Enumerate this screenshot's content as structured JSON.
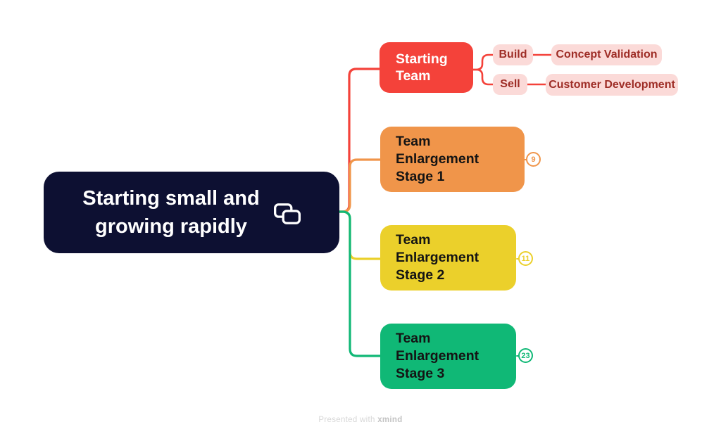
{
  "colors": {
    "canvas_bg": "#ffffff",
    "navy": "#0d1032",
    "red": "#f4423a",
    "pink": "#fbdad8",
    "dark_red": "#9e2d26",
    "orange": "#f0954a",
    "yellow": "#ebd02b",
    "green": "#10b876",
    "node_text_dark": "#141414",
    "node_text_light": "#ffffff",
    "footer_text": "#d7d7d7",
    "footer_brand": "#c3c3c3"
  },
  "central_topic": {
    "lines": [
      "Starting small and",
      "growing rapidly"
    ],
    "icon": "link-icon"
  },
  "branches": [
    {
      "label_lines": [
        "Starting",
        "Team"
      ],
      "color": "#f4423a",
      "children": [
        {
          "label": "Build",
          "child": {
            "label": "Concept Validation"
          }
        },
        {
          "label": "Sell",
          "child": {
            "label": "Customer Development"
          }
        }
      ]
    },
    {
      "label_lines": [
        "Team",
        "Enlargement",
        "Stage 1"
      ],
      "color": "#f0954a",
      "collapsed_count": "9"
    },
    {
      "label_lines": [
        "Team",
        "Enlargement",
        "Stage 2"
      ],
      "color": "#ebd02b",
      "collapsed_count": "11"
    },
    {
      "label_lines": [
        "Team",
        "Enlargement",
        "Stage 3"
      ],
      "color": "#10b876",
      "collapsed_count": "23"
    }
  ],
  "footer": {
    "prefix": "Presented with",
    "brand": "xmind"
  }
}
